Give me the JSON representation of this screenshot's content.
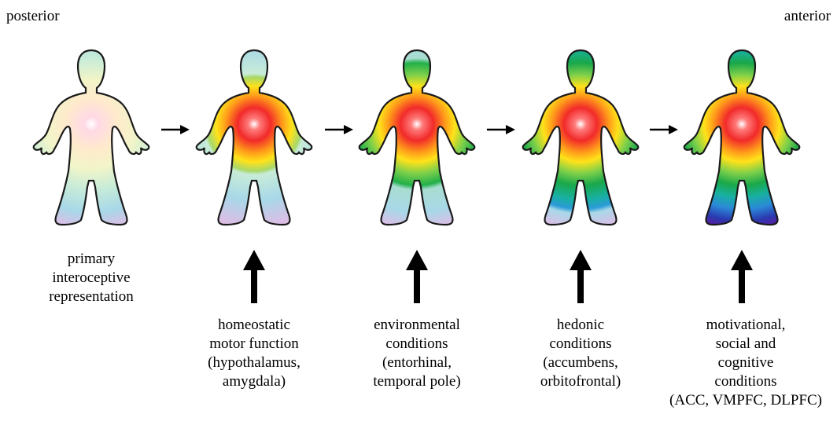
{
  "direction": {
    "left": "posterior",
    "right": "anterior"
  },
  "primary_label": [
    "primary",
    "interoceptive",
    "representation"
  ],
  "stages": [
    {
      "id": "stage-1",
      "lines": []
    },
    {
      "id": "stage-2",
      "lines": [
        "homeostatic",
        "motor function",
        "(hypothalamus,",
        "amygdala)"
      ]
    },
    {
      "id": "stage-3",
      "lines": [
        "environmental",
        "conditions",
        "(entorhinal,",
        "temporal pole)"
      ]
    },
    {
      "id": "stage-4",
      "lines": [
        "hedonic",
        "conditions",
        "(accumbens,",
        "orbitofrontal)"
      ]
    },
    {
      "id": "stage-5",
      "lines": [
        "motivational,",
        "social and",
        "cognitive",
        "conditions",
        "(ACC, VMPFC, DLPFC)"
      ]
    }
  ],
  "colors": {
    "outline": "#1a1a1a",
    "arrow": "#000000"
  }
}
